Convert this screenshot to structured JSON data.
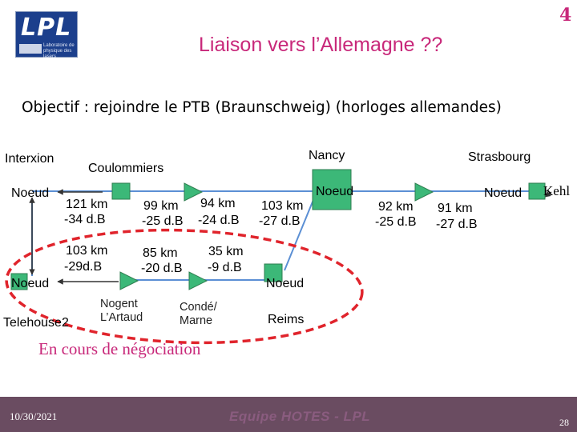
{
  "header": {
    "logo_text": "LPL",
    "logo_subtitle": "Laboratoire de physique des lasers",
    "title": "Liaison vers l’Allemagne ??",
    "slide_number_top": "4"
  },
  "objective": "Objectif : rejoindre le PTB (Braunschweig) (horloges allemandes)",
  "nodes": {
    "interxion": "Interxion",
    "coulommiers": "Coulommiers",
    "nancy": "Nancy",
    "strasbourg": "Strasbourg",
    "noeud_left": "Noeud",
    "noeud_nancy": "Noeud",
    "noeud_strasbourg": "Noeud",
    "kehl": "Kehl",
    "noeud_bottom_left": "Noeud",
    "telehouse": "Telehouse2",
    "nogent": "Nogent L’Artaud",
    "conde": "Condé/ Marne",
    "noeud_reims": "Noeud",
    "reims": "Reims"
  },
  "links": {
    "l1_km": "121 km",
    "l1_db": "-34 d.B",
    "l2_km": "99 km",
    "l2_db": "-25 d.B",
    "l3_km": "94 km",
    "l3_db": "-24 d.B",
    "l4_km": "103 km",
    "l4_db": "-27 d.B",
    "l5_km": "92 km",
    "l5_db": "-25 d.B",
    "l6_km": "91 km",
    "l6_db": "-27 d.B",
    "l7_km": "103 km",
    "l7_db": "-29d.B",
    "l8_km": "85 km",
    "l8_db": "-20 d.B",
    "l9_km": "35 km",
    "l9_db": "-9 d.B"
  },
  "negotiation": "En cours de négociation",
  "footer": {
    "date": "10/30/2021",
    "team": "Equipe HOTES - LPL",
    "slide_number": "28"
  },
  "colors": {
    "accent": "#c8287a",
    "amplifier": "#3cb878",
    "node_box": "#2e7d4f",
    "link_line": "#5b8fd4",
    "circle": "#e0242c",
    "footer_bg": "#6a4c61"
  }
}
